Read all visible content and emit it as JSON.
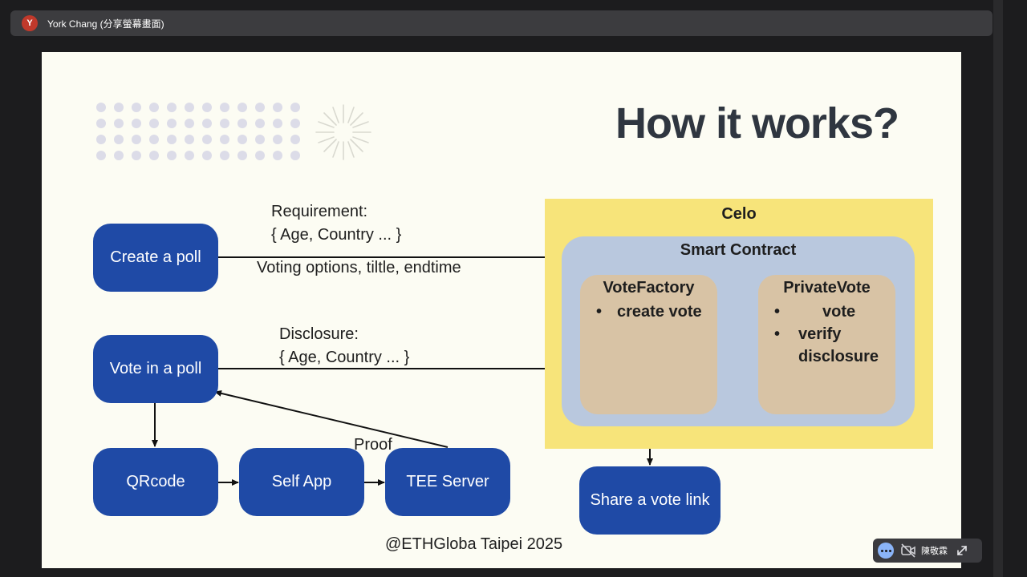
{
  "meeting": {
    "avatar_initial": "Y",
    "presenter_label": "York Chang (分享螢幕畫面)"
  },
  "slide": {
    "title": "How it works?",
    "boxes": {
      "create_poll": "Create a poll",
      "vote_poll": "Vote in a poll",
      "qrcode": "QRcode",
      "self_app": "Self App",
      "tee_server": "TEE Server",
      "share_link": "Share a vote link"
    },
    "labels": {
      "requirement": "Requirement:",
      "requirement_fields": "{ Age, Country ... }",
      "voting_options": "Voting options, tiltle, endtime",
      "disclosure": "Disclosure:",
      "disclosure_fields": "{ Age, Country ... }",
      "proof": "Proof"
    },
    "celo": {
      "title": "Celo",
      "smart_contract": {
        "title": "Smart Contract",
        "vote_factory": {
          "title": "VoteFactory",
          "items": [
            "create vote"
          ]
        },
        "private_vote": {
          "title": "PrivateVote",
          "items": [
            "vote",
            "verify disclosure"
          ]
        }
      }
    },
    "footer": "@ETHGloba Taipei 2025"
  },
  "controls": {
    "participant_name": "陳敬霖",
    "icons": [
      "more-options-icon",
      "camera-off-icon",
      "expand-icon"
    ]
  },
  "colors": {
    "box_blue": "#1f4aa6",
    "celo_yellow": "#f7e47a",
    "contract_blue": "#b9c8de",
    "inner_tan": "#d8c3a5",
    "slide_bg": "#fcfcf3"
  }
}
